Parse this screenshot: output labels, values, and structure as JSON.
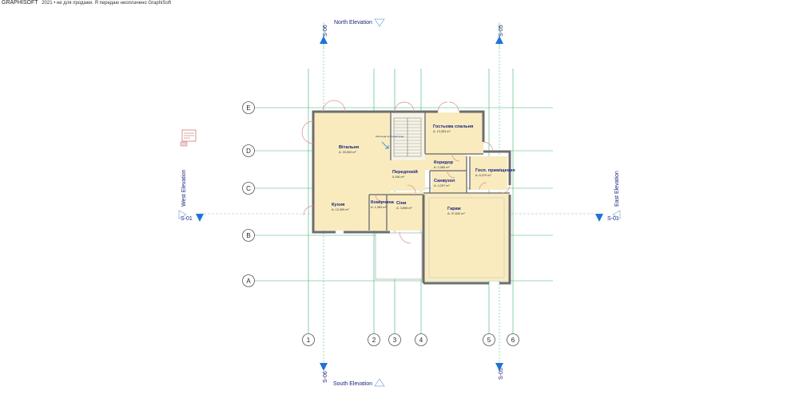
{
  "header": {
    "brand": "GRAPHISOFT",
    "notice": "2021 • не для продажи. Я передаю неоплачено GraphiSoft"
  },
  "plan": {
    "north_elevation": "North Elevation",
    "south_elevation": "South Elevation",
    "west_elevation": "West Elevation",
    "east_elevation": "East Elevation",
    "marker_s06_top": "S-06",
    "marker_s06_bottom": "S-06",
    "marker_s05_top": "S-05",
    "marker_s05_bottom": "S-05",
    "marker_s01_left": "S-01",
    "marker_s01_right": "S-01",
    "stair_note": "Лестница на второй этаж"
  },
  "grid_rows": [
    "E",
    "D",
    "C",
    "B",
    "A"
  ],
  "grid_cols": [
    "1",
    "2",
    "3",
    "4",
    "5",
    "6"
  ],
  "rooms": [
    {
      "name": "Вітальня",
      "area": "A: 33,503 m²"
    },
    {
      "name": "Гостьова спальня",
      "area": "A: 13,353 m²"
    },
    {
      "name": "Коридор",
      "area": "A: 2,383 m²"
    },
    {
      "name": "Передпокій",
      "area": "5,196 m²"
    },
    {
      "name": "Санвузол",
      "area": "A: 4,297 m²"
    },
    {
      "name": "Госп. приміщення",
      "area": "A: 6,379 m²"
    },
    {
      "name": "Кухня",
      "area": "A: 13,399 m²"
    },
    {
      "name": "Комірчина",
      "area": "A: 1,383 m²"
    },
    {
      "name": "Сіни",
      "area": "A: 3,898 m²"
    },
    {
      "name": "Гараж",
      "area": "A: 37,632 m²"
    }
  ],
  "colors": {
    "grid": "#3cb371",
    "room_fill": "#f9ebbe",
    "wall": "#6d6d6d",
    "door": "#e8a8a8",
    "marker": "#1e73d8",
    "label": "#1a237e",
    "bubble": "#555555"
  }
}
